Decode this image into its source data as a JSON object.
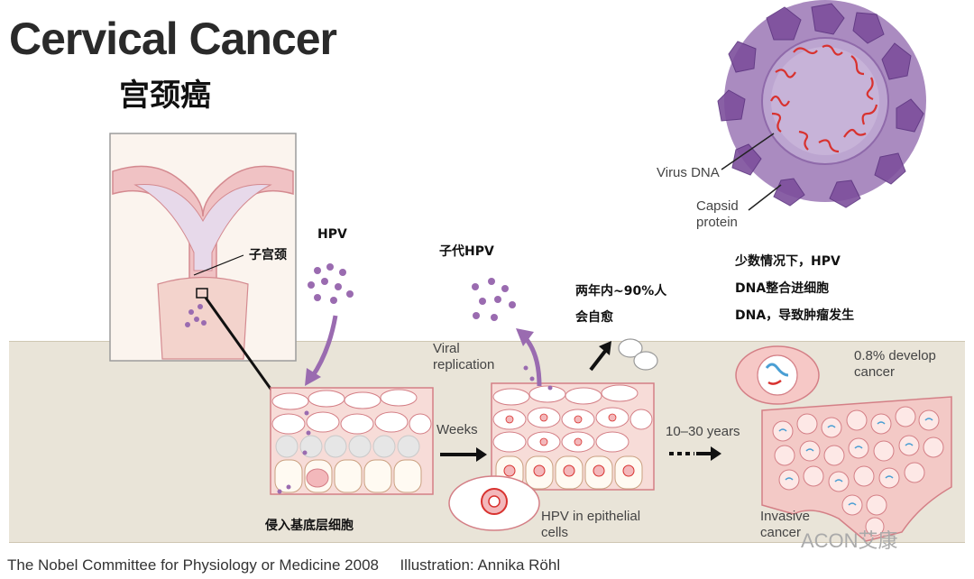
{
  "title": "Cervical Cancer",
  "subtitle": "宫颈癌",
  "labels": {
    "cervix": "子宫颈",
    "hpv": "HPV",
    "progeny_hpv": "子代HPV",
    "heal_line1": "两年内~90%人",
    "heal_line2": "会自愈",
    "integrate_line1": "少数情况下，HPV",
    "integrate_line2": "DNA整合进细胞",
    "integrate_line3": "DNA，导致肿瘤发生",
    "virus_dna": "Virus DNA",
    "capsid_line1": "Capsid",
    "capsid_line2": "protein",
    "viral_line1": "Viral",
    "viral_line2": "replication",
    "weeks": "Weeks",
    "years": "10–30 years",
    "develop_line1": "0.8% develop",
    "develop_line2": "cancer",
    "invade_basal": "侵入基底层细胞",
    "hpv_epi_line1": "HPV in epithelial",
    "hpv_epi_line2": "cells",
    "invasive_line1": "Invasive",
    "invasive_line2": "cancer"
  },
  "footer": {
    "credit": "The Nobel Committee for Physiology or Medicine 2008",
    "illustration": "Illustration: Annika Röhl"
  },
  "watermark": "ACON艾康",
  "colors": {
    "band": "#e9e4d8",
    "tissue_pink": "#f3c9c6",
    "cell_outline": "#d47f86",
    "virus_purple": "#9a6bb0",
    "dna_red": "#d8322f",
    "nucleus_pink": "#e9939a"
  }
}
